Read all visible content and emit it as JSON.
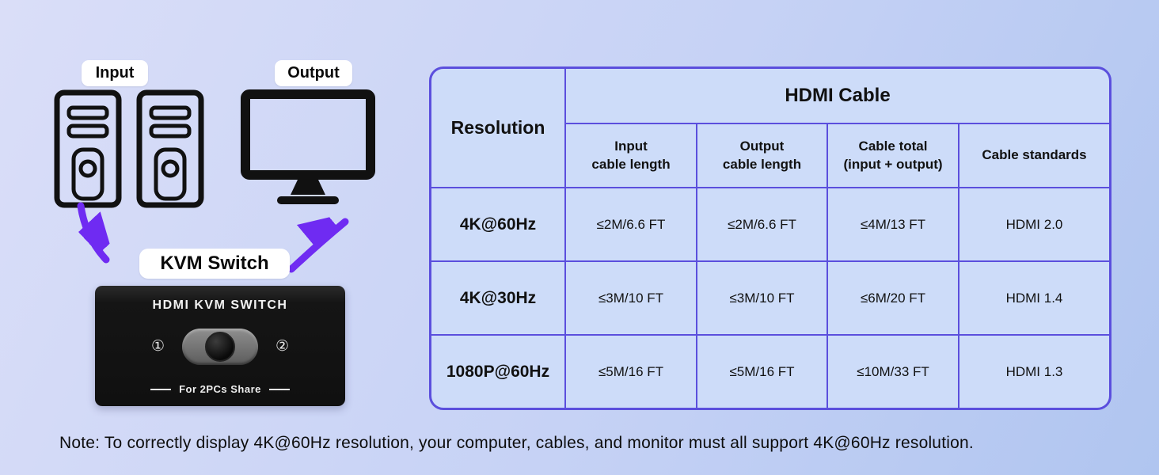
{
  "diagram": {
    "input_label": "Input",
    "output_label": "Output",
    "kvm_label": "KVM Switch",
    "device": {
      "title": "HDMI KVM SWITCH",
      "port1": "①",
      "port2": "②",
      "footer": "For 2PCs Share"
    }
  },
  "table": {
    "resolution_header": "Resolution",
    "group_header": "HDMI Cable",
    "sub_headers": [
      {
        "line1": "Input",
        "line2": "cable length"
      },
      {
        "line1": "Output",
        "line2": "cable length"
      },
      {
        "line1": "Cable total",
        "line2": "(input + output)"
      },
      {
        "line1": "Cable standards",
        "line2": ""
      }
    ],
    "rows": [
      {
        "resolution": "4K@60Hz",
        "input_length": "≤2M/6.6 FT",
        "output_length": "≤2M/6.6 FT",
        "cable_total": "≤4M/13 FT",
        "standard": "HDMI 2.0"
      },
      {
        "resolution": "4K@30Hz",
        "input_length": "≤3M/10 FT",
        "output_length": "≤3M/10 FT",
        "cable_total": "≤6M/20 FT",
        "standard": "HDMI 1.4"
      },
      {
        "resolution": "1080P@60Hz",
        "input_length": "≤5M/16 FT",
        "output_length": "≤5M/16 FT",
        "cable_total": "≤10M/33 FT",
        "standard": "HDMI 1.3"
      }
    ]
  },
  "note": "Note: To correctly display 4K@60Hz resolution, your computer, cables, and monitor must all support 4K@60Hz resolution.",
  "colors": {
    "table_border": "#5b4fdd",
    "cell_bg": "#cddcf9",
    "arrow": "#6f2bf2",
    "bg_start": "#dadef8",
    "bg_end": "#b0c5f0"
  }
}
